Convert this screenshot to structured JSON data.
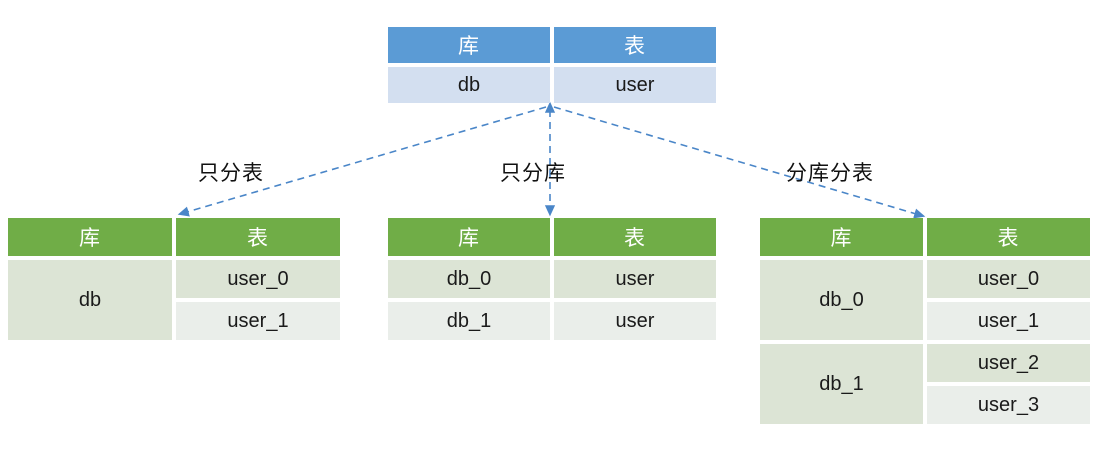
{
  "diagram": {
    "title": "database-and-table-sharding-diagram",
    "colors": {
      "header_blue": "#5b9bd5",
      "row_blue": "#d3dff0",
      "header_green": "#70ad47",
      "row_green_dark": "#dce4d5",
      "row_green_light": "#eaeeea",
      "arrow_blue": "#4a86c8"
    }
  },
  "source_table": {
    "name": "original-table",
    "headers": [
      "库",
      "表"
    ],
    "rows": [
      {
        "db": "db",
        "table": "user"
      }
    ]
  },
  "branches": [
    {
      "caption": "只分表",
      "table": {
        "name": "split-table-only",
        "headers": [
          "库",
          "表"
        ],
        "db_groups": [
          {
            "db": "db",
            "tables": [
              "user_0",
              "user_1"
            ]
          }
        ]
      }
    },
    {
      "caption": "只分库",
      "table": {
        "name": "split-db-only",
        "headers": [
          "库",
          "表"
        ],
        "rows": [
          {
            "db": "db_0",
            "table": "user"
          },
          {
            "db": "db_1",
            "table": "user"
          }
        ]
      }
    },
    {
      "caption": "分库分表",
      "table": {
        "name": "split-db-and-table",
        "headers": [
          "库",
          "表"
        ],
        "db_groups": [
          {
            "db": "db_0",
            "tables": [
              "user_0",
              "user_1"
            ]
          },
          {
            "db": "db_1",
            "tables": [
              "user_2",
              "user_3"
            ]
          }
        ]
      }
    }
  ]
}
